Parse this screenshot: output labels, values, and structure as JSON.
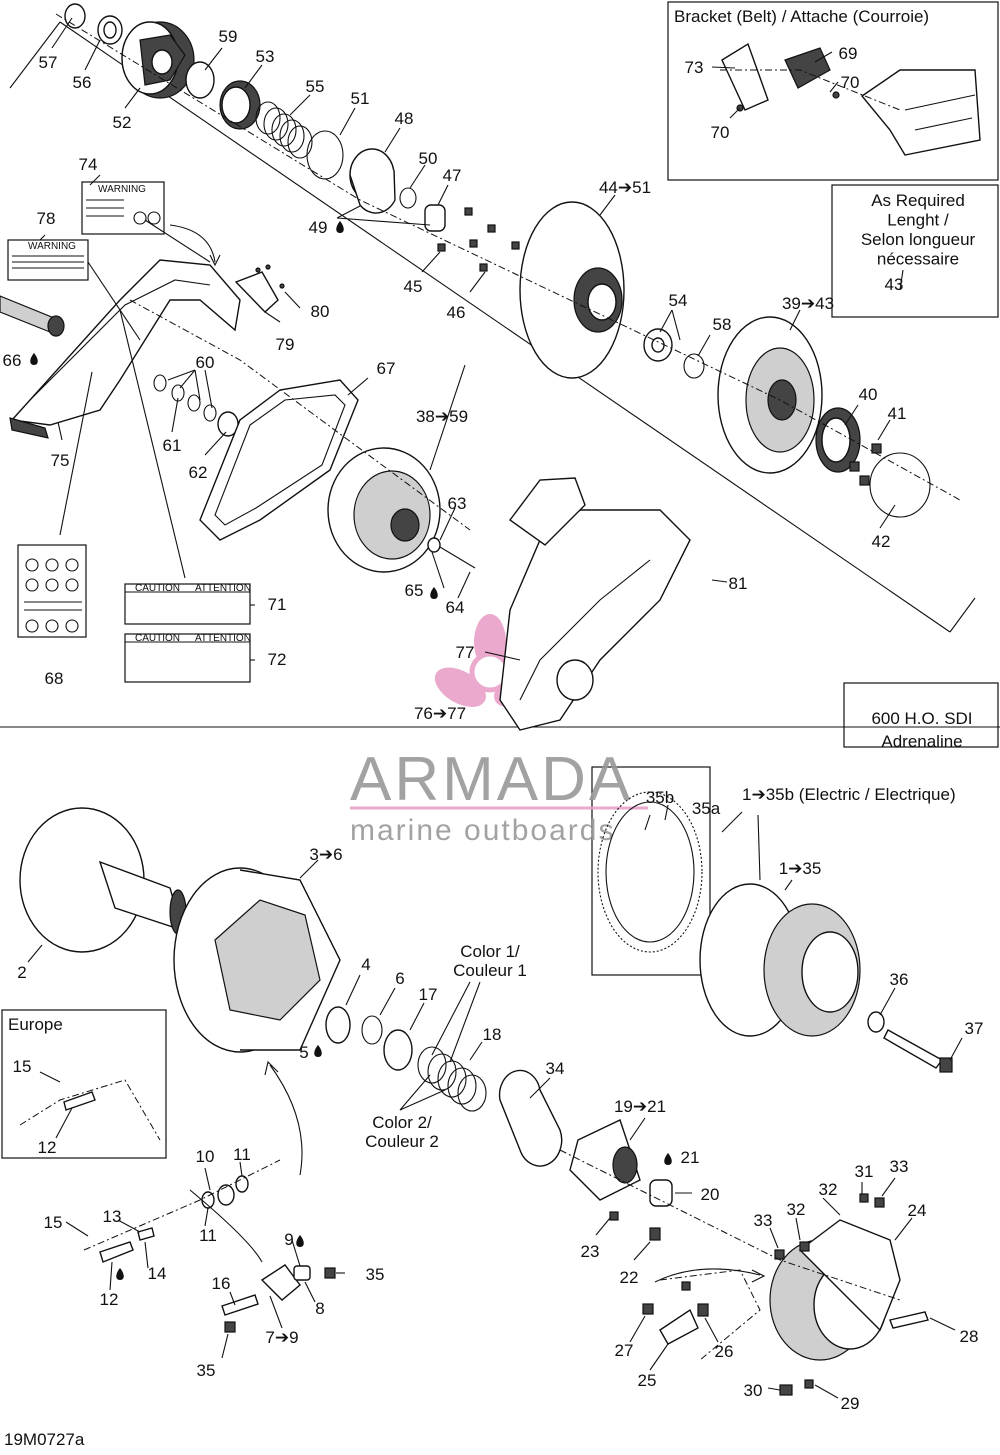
{
  "boxes": {
    "bracket_title": "Bracket (Belt) / Attache (Courroie)",
    "as_required_lines": [
      "As Required",
      "Lenght /",
      "Selon longueur",
      "nécessaire"
    ],
    "model_lines": [
      "600 H.O. SDI",
      "Adrenaline"
    ],
    "europe": "Europe",
    "electric": "1➔35b (Electric / Electrique)",
    "color1_lines": [
      "Color 1/",
      "Couleur 1"
    ],
    "color2_lines": [
      "Color 2/",
      "Couleur 2"
    ]
  },
  "watermark": {
    "brand": "ARMADA",
    "tagline": "marine outboards",
    "color": "#e8a0c8"
  },
  "decals": {
    "caution": "CAUTION",
    "attention": "ATTENTION",
    "warning": "WARNING"
  },
  "drawing_code": "19M0727a",
  "callouts": [
    "57",
    "56",
    "52",
    "59",
    "53",
    "55",
    "51",
    "48",
    "50",
    "47",
    "49",
    "45",
    "46",
    "44➔51",
    "74",
    "78",
    "80",
    "79",
    "66",
    "60",
    "61",
    "62",
    "67",
    "75",
    "38➔59",
    "63",
    "65",
    "64",
    "54",
    "58",
    "39➔43",
    "40",
    "41",
    "42",
    "43",
    "71",
    "72",
    "68",
    "81",
    "77",
    "76➔77",
    "73",
    "69",
    "70",
    "70",
    "2",
    "3➔6",
    "4",
    "6",
    "5",
    "17",
    "18",
    "34",
    "35b",
    "35a",
    "1➔35",
    "36",
    "37",
    "15",
    "12",
    "10",
    "11",
    "11",
    "15",
    "13",
    "14",
    "12",
    "16",
    "9",
    "8",
    "7➔9",
    "35",
    "35",
    "19➔21",
    "21",
    "20",
    "23",
    "22",
    "33",
    "32",
    "32",
    "31",
    "33",
    "24",
    "27",
    "26",
    "25",
    "28",
    "30",
    "29"
  ],
  "colors": {
    "line": "#111111",
    "watermark": "#e8a0c8"
  }
}
